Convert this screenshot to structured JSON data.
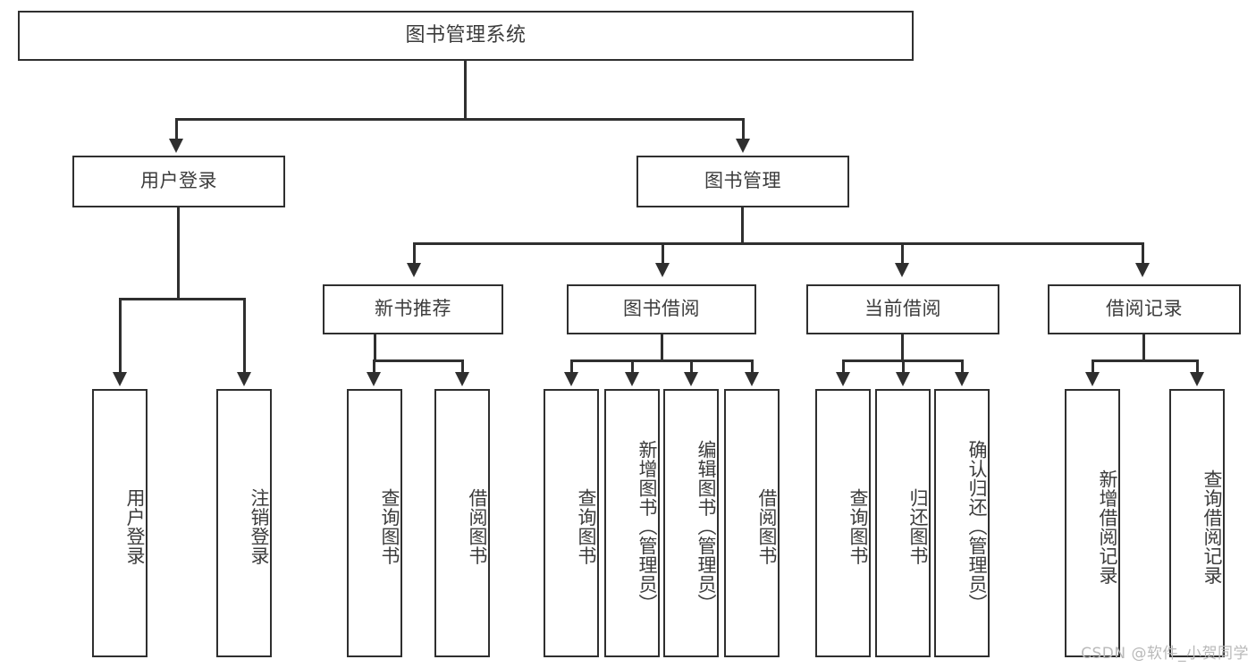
{
  "diagram": {
    "type": "tree-hierarchy",
    "title": "图书管理系统",
    "watermark": "CSDN @软件_小贺同学",
    "colors": {
      "box_border": "#2f2f2f",
      "box_fill": "#ffffff",
      "text": "#3c3c3c",
      "connector": "#2f2f2f",
      "watermark": "#b9b9b9",
      "background": "#ffffff"
    },
    "root": {
      "label": "图书管理系统"
    },
    "level2": [
      {
        "label": "用户登录"
      },
      {
        "label": "图书管理"
      }
    ],
    "level3": [
      {
        "label": "新书推荐"
      },
      {
        "label": "图书借阅"
      },
      {
        "label": "当前借阅"
      },
      {
        "label": "借阅记录"
      }
    ],
    "leaves": {
      "user_login": [
        {
          "label": "用户登录"
        },
        {
          "label": "注销登录"
        }
      ],
      "new_book_recommend": [
        {
          "label": "查询图书"
        },
        {
          "label": "借阅图书"
        }
      ],
      "book_borrow": [
        {
          "label": "查询图书"
        },
        {
          "label": "新增图书（管理员）"
        },
        {
          "label": "编辑图书（管理员）"
        },
        {
          "label": "借阅图书"
        }
      ],
      "current_borrow": [
        {
          "label": "查询图书"
        },
        {
          "label": "归还图书"
        },
        {
          "label": "确认归还（管理员）"
        }
      ],
      "borrow_record": [
        {
          "label": "新增借阅记录"
        },
        {
          "label": "查询借阅记录"
        }
      ]
    }
  }
}
